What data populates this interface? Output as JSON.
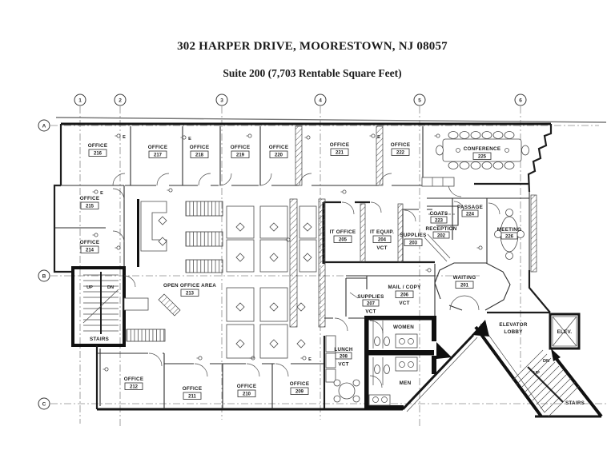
{
  "header": {
    "title": "302 HARPER DRIVE, MOORESTOWN, NJ 08057",
    "subtitle": "Suite 200 (7,703 Rentable Square Feet)"
  },
  "grid": {
    "c1": "1",
    "c2": "2",
    "c3": "3",
    "c4": "4",
    "c5": "5",
    "c6": "6",
    "rA": "A",
    "rB": "B",
    "rC": "C"
  },
  "rooms": {
    "o216": {
      "name": "OFFICE",
      "number": "216"
    },
    "o217": {
      "name": "OFFICE",
      "number": "217"
    },
    "o218": {
      "name": "OFFICE",
      "number": "218"
    },
    "o219": {
      "name": "OFFICE",
      "number": "219"
    },
    "o220": {
      "name": "OFFICE",
      "number": "220"
    },
    "o221": {
      "name": "OFFICE",
      "number": "221"
    },
    "o222": {
      "name": "OFFICE",
      "number": "222"
    },
    "conference": {
      "name": "CONFERENCE",
      "number": "225"
    },
    "o215": {
      "name": "OFFICE",
      "number": "215"
    },
    "o214": {
      "name": "OFFICE",
      "number": "214"
    },
    "openoffice": {
      "name": "OPEN OFFICE AREA",
      "number": "213"
    },
    "itoffice": {
      "name": "IT OFFICE",
      "number": "205"
    },
    "itequip": {
      "name": "IT EQUIP.",
      "number": "204",
      "vct": "VCT"
    },
    "supplies203": {
      "name": "SUPPLIES",
      "number": "203"
    },
    "coats": {
      "name": "COATS",
      "number": "223"
    },
    "reception": {
      "name": "RECEPTION",
      "number": "202"
    },
    "passage": {
      "name": "PASSAGE",
      "number": "224"
    },
    "meeting": {
      "name": "MEETING",
      "number": "226"
    },
    "waiting": {
      "name": "WAITING",
      "number": "201"
    },
    "mailcopy": {
      "name": "MAIL / COPY",
      "number": "206",
      "vct": "VCT"
    },
    "supplies207": {
      "name": "SUPPLIES",
      "number": "207",
      "vct": "VCT"
    },
    "lunch": {
      "name": "LUNCH",
      "number": "208",
      "vct": "VCT"
    },
    "women": {
      "name": "WOMEN"
    },
    "men": {
      "name": "MEN"
    },
    "o212": {
      "name": "OFFICE",
      "number": "212"
    },
    "o211": {
      "name": "OFFICE",
      "number": "211"
    },
    "o210": {
      "name": "OFFICE",
      "number": "210"
    },
    "o209": {
      "name": "OFFICE",
      "number": "209"
    },
    "elevlobby": {
      "line1": "ELEVATOR",
      "line2": "LOBBY"
    },
    "elev": {
      "name": "ELEV."
    },
    "stairsLeft": {
      "name": "STAIRS",
      "up": "UP",
      "dn": "DN"
    },
    "stairsRight": {
      "name": "STAIRS",
      "up": "UP",
      "dn": "DN"
    }
  },
  "marks": {
    "e": "E"
  }
}
